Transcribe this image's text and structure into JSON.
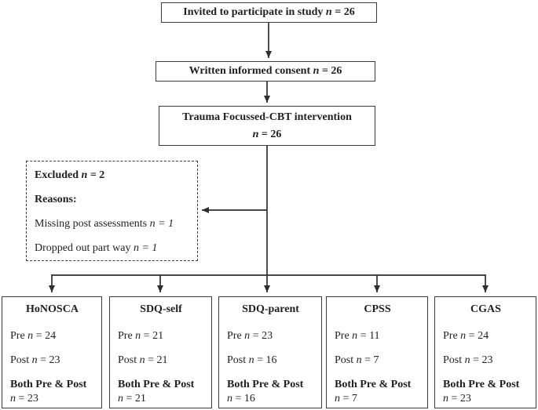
{
  "colors": {
    "ink": "#1f1f1f",
    "border": "#3c3c3c",
    "background": "#ffffff"
  },
  "labels": {
    "n": "n",
    "pre": "Pre",
    "post": "Post",
    "both": "Both Pre & Post"
  },
  "top_boxes": [
    {
      "label": "Invited to participate in study",
      "value": "= 26"
    },
    {
      "label": "Written informed consent",
      "value": "= 26"
    },
    {
      "label": "Trauma Focussed-CBT intervention",
      "value": "= 26"
    }
  ],
  "excluded_box": {
    "title": "Excluded",
    "title_value": "= 2",
    "reasons_heading": "Reasons:",
    "reasons": [
      {
        "label": "Missing post assessments",
        "value": "= 1"
      },
      {
        "label": "Dropped out part way",
        "value": "= 1"
      }
    ]
  },
  "outcome_boxes": [
    {
      "title": "HoNOSCA",
      "pre_value": "= 24",
      "post_value": "= 23",
      "both_value": "= 23"
    },
    {
      "title": "SDQ-self",
      "pre_value": "= 21",
      "post_value": "= 21",
      "both_value": "= 21"
    },
    {
      "title": "SDQ-parent",
      "pre_value": "= 23",
      "post_value": "= 16",
      "both_value": "= 16"
    },
    {
      "title": "CPSS",
      "pre_value": "= 11",
      "post_value": "= 7",
      "both_value": "= 7"
    },
    {
      "title": "CGAS",
      "pre_value": "= 24",
      "post_value": "= 23",
      "both_value": "= 23"
    }
  ]
}
